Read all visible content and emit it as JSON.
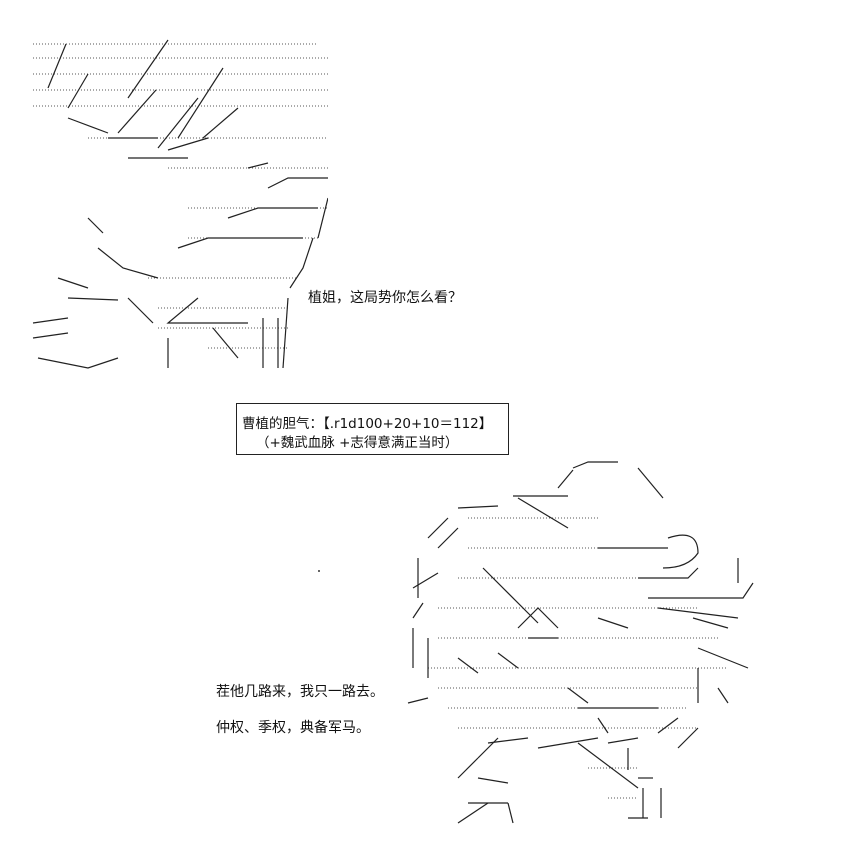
{
  "dialogue": {
    "line1": "植姐，这局势你怎么看？",
    "roll_prefix": "曹植的胆气：",
    "roll_formula": "【.r1d100+20+10＝112】",
    "roll_bonus": "（+魏武血脉 +志得意满正当时）",
    "line2": "茬他几路来，我只一路去。",
    "line3": "仲权、季权，典备军马。"
  },
  "art": {
    "top_left": "ascii-art-character-top-left",
    "bottom_right": "ascii-art-character-bottom-right"
  }
}
